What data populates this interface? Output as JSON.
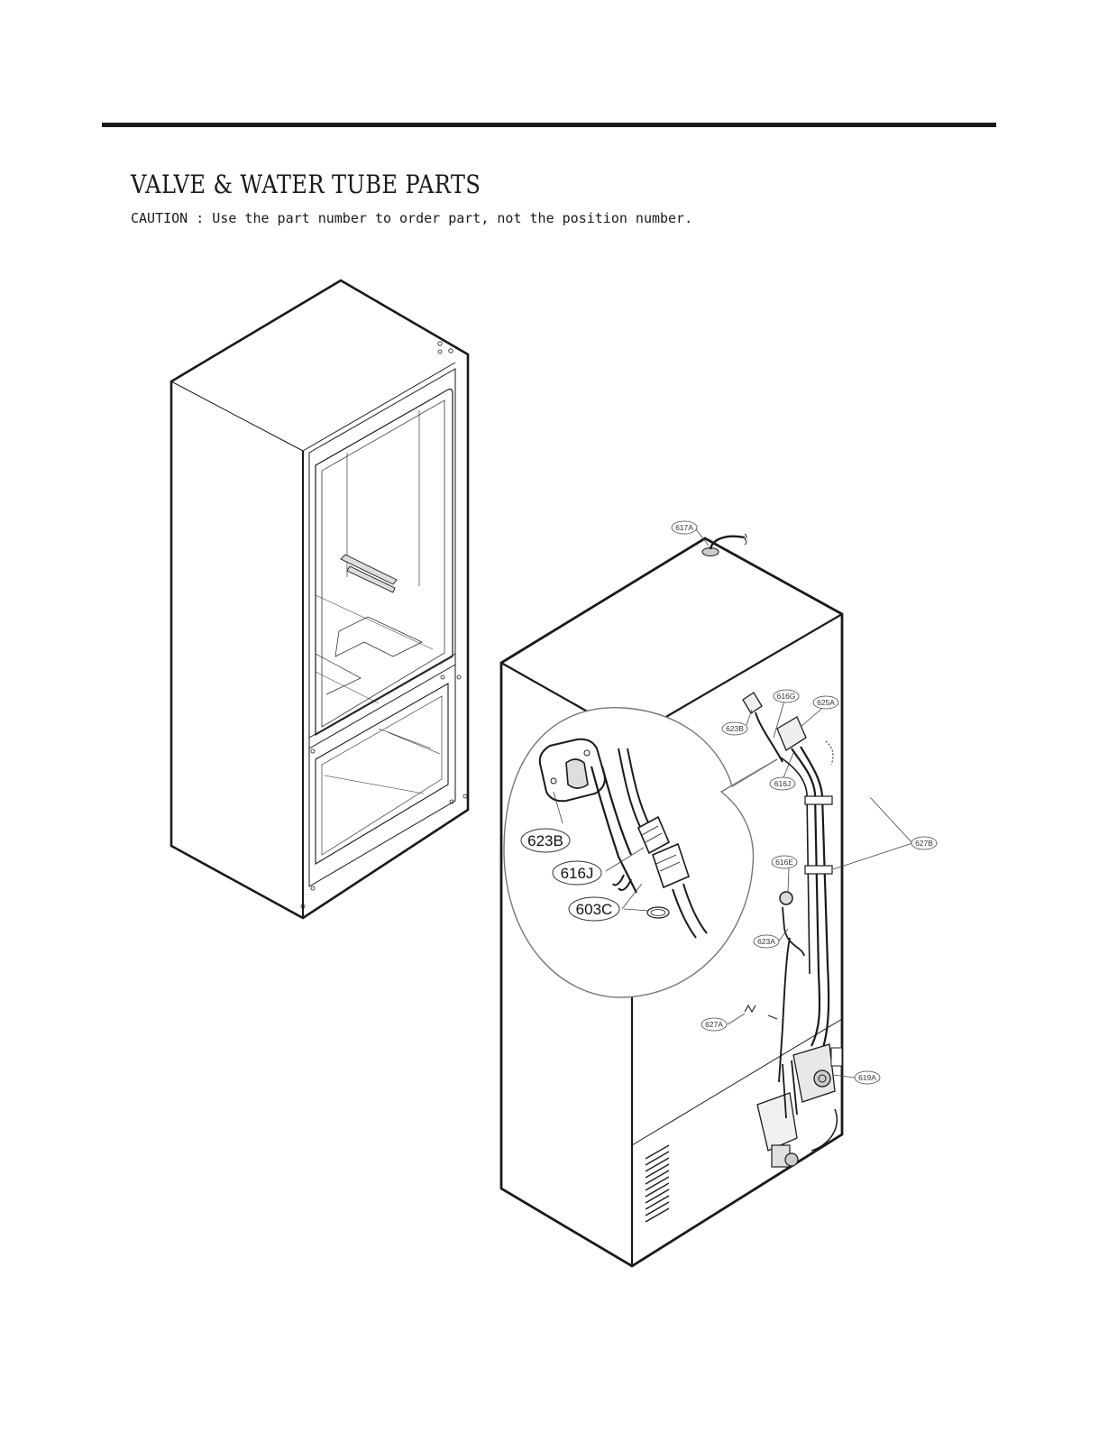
{
  "header": {
    "title": "VALVE & WATER TUBE PARTS",
    "caution": "CAUTION : Use the part number to order part, not the position number."
  },
  "callouts": {
    "c617A": "617A",
    "c623B_small": "623B",
    "c616G": "616G",
    "c625A": "625A",
    "c616J_small": "616J",
    "c627B": "627B",
    "c616E": "616E",
    "c623A": "623A",
    "c627A": "627A",
    "c619A": "619A",
    "c623B_big": "623B",
    "c616J_big": "616J",
    "c603C_big": "603C"
  }
}
